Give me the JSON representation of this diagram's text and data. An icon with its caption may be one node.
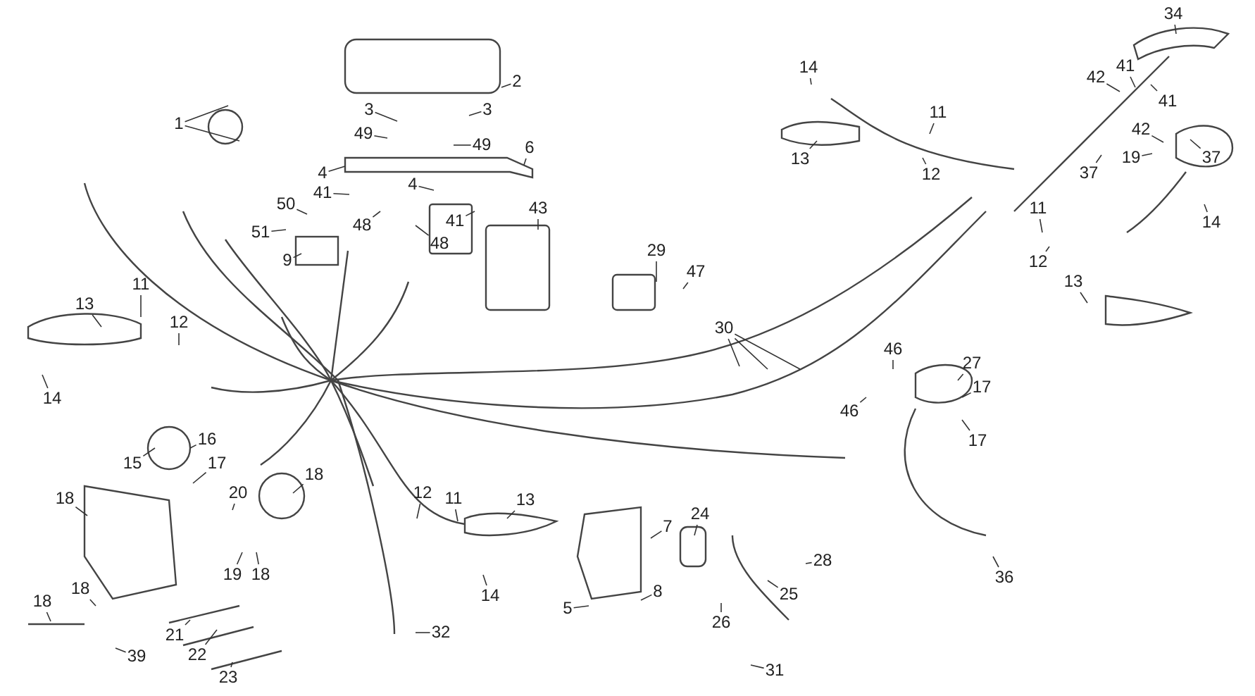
{
  "diagram": {
    "nodes": [
      {
        "text": [
          "1"
        ]
      },
      {
        "text": [
          "2"
        ]
      },
      {
        "text": [
          "3"
        ]
      },
      {
        "text": [
          "49"
        ]
      },
      {
        "text": [
          "3"
        ]
      },
      {
        "text": [
          "49"
        ]
      },
      {
        "text": [
          "6"
        ]
      },
      {
        "text": [
          "4"
        ]
      },
      {
        "text": [
          "41"
        ]
      },
      {
        "text": [
          "48"
        ]
      },
      {
        "text": [
          "50"
        ]
      },
      {
        "text": [
          "51"
        ]
      },
      {
        "text": [
          "9"
        ]
      },
      {
        "text": [
          "4"
        ]
      },
      {
        "text": [
          "41"
        ]
      },
      {
        "text": [
          "48"
        ]
      },
      {
        "text": [
          "43"
        ]
      },
      {
        "text": [
          "29"
        ]
      },
      {
        "text": [
          "47"
        ]
      },
      {
        "text": [
          "30"
        ]
      },
      {
        "text": [
          "13"
        ]
      },
      {
        "text": [
          "11"
        ]
      },
      {
        "text": [
          "12"
        ]
      },
      {
        "text": [
          "14"
        ]
      },
      {
        "text": [
          "15"
        ]
      },
      {
        "text": [
          "16"
        ]
      },
      {
        "text": [
          "17"
        ]
      },
      {
        "text": [
          "18"
        ]
      },
      {
        "text": [
          "20"
        ]
      },
      {
        "text": [
          "18"
        ]
      },
      {
        "text": [
          "19"
        ]
      },
      {
        "text": [
          "18"
        ]
      },
      {
        "text": [
          "18"
        ]
      },
      {
        "text": [
          "18"
        ]
      },
      {
        "text": [
          "39"
        ]
      },
      {
        "text": [
          "21"
        ]
      },
      {
        "text": [
          "22"
        ]
      },
      {
        "text": [
          "23"
        ]
      },
      {
        "text": [
          "12"
        ]
      },
      {
        "text": [
          "11"
        ]
      },
      {
        "text": [
          "13"
        ]
      },
      {
        "text": [
          "14"
        ]
      },
      {
        "text": [
          "32"
        ]
      },
      {
        "text": [
          "24"
        ]
      },
      {
        "text": [
          "7"
        ]
      },
      {
        "text": [
          "5"
        ]
      },
      {
        "text": [
          "8"
        ]
      },
      {
        "text": [
          "26"
        ]
      },
      {
        "text": [
          "25"
        ]
      },
      {
        "text": [
          "28"
        ]
      },
      {
        "text": [
          "31"
        ]
      },
      {
        "text": [
          "14"
        ]
      },
      {
        "text": [
          "11"
        ]
      },
      {
        "text": [
          "12"
        ]
      },
      {
        "text": [
          "13"
        ]
      },
      {
        "text": [
          "46"
        ]
      },
      {
        "text": [
          "27"
        ]
      },
      {
        "text": [
          "17"
        ]
      },
      {
        "text": [
          "46"
        ]
      },
      {
        "text": [
          "17"
        ]
      },
      {
        "text": [
          "36"
        ]
      },
      {
        "text": [
          "42"
        ]
      },
      {
        "text": [
          "41"
        ]
      },
      {
        "text": [
          "34"
        ]
      },
      {
        "text": [
          "41"
        ]
      },
      {
        "text": [
          "42"
        ]
      },
      {
        "text": [
          "37"
        ]
      },
      {
        "text": [
          "37"
        ]
      },
      {
        "text": [
          "19"
        ]
      },
      {
        "text": [
          "11"
        ]
      },
      {
        "text": [
          "12"
        ]
      },
      {
        "text": [
          "13"
        ]
      },
      {
        "text": [
          "14"
        ]
      }
    ],
    "edges": [
      {
        "from": 0,
        "to": null,
        "arrow": "none"
      },
      {
        "from": 0,
        "to": null,
        "arrow": "none"
      },
      {
        "from": 1,
        "to": null,
        "arrow": "none"
      },
      {
        "from": 2,
        "to": null,
        "arrow": "none"
      },
      {
        "from": 3,
        "to": null,
        "arrow": "none"
      },
      {
        "from": 4,
        "to": null,
        "arrow": "none"
      },
      {
        "from": 5,
        "to": null,
        "arrow": "none"
      },
      {
        "from": 6,
        "to": null,
        "arrow": "none"
      },
      {
        "from": 7,
        "to": null,
        "arrow": "none"
      },
      {
        "from": 8,
        "to": null,
        "arrow": "none"
      },
      {
        "from": 9,
        "to": null,
        "arrow": "none"
      },
      {
        "from": 10,
        "to": null,
        "arrow": "none"
      },
      {
        "from": 11,
        "to": null,
        "arrow": "none"
      },
      {
        "from": 12,
        "to": null,
        "arrow": "none"
      },
      {
        "from": 13,
        "to": null,
        "arrow": "none"
      },
      {
        "from": 14,
        "to": null,
        "arrow": "none"
      },
      {
        "from": 15,
        "to": null,
        "arrow": "none"
      },
      {
        "from": 16,
        "to": null,
        "arrow": "none"
      },
      {
        "from": 17,
        "to": null,
        "arrow": "none"
      },
      {
        "from": 18,
        "to": null,
        "arrow": "none"
      },
      {
        "from": 19,
        "to": null,
        "arrow": "none"
      },
      {
        "from": 19,
        "to": null,
        "arrow": "none"
      },
      {
        "from": 19,
        "to": null,
        "arrow": "none"
      },
      {
        "from": 20,
        "to": null,
        "arrow": "none"
      },
      {
        "from": 21,
        "to": null,
        "arrow": "none"
      },
      {
        "from": 22,
        "to": null,
        "arrow": "none"
      },
      {
        "from": 23,
        "to": null,
        "arrow": "none"
      },
      {
        "from": 24,
        "to": null,
        "arrow": "none"
      },
      {
        "from": 25,
        "to": null,
        "arrow": "none"
      },
      {
        "from": 26,
        "to": null,
        "arrow": "none"
      },
      {
        "from": 27,
        "to": null,
        "arrow": "none"
      },
      {
        "from": 28,
        "to": null,
        "arrow": "none"
      },
      {
        "from": 29,
        "to": null,
        "arrow": "none"
      },
      {
        "from": 30,
        "to": null,
        "arrow": "none"
      },
      {
        "from": 31,
        "to": null,
        "arrow": "none"
      },
      {
        "from": 32,
        "to": null,
        "arrow": "none"
      },
      {
        "from": 33,
        "to": null,
        "arrow": "none"
      },
      {
        "from": 34,
        "to": null,
        "arrow": "none"
      },
      {
        "from": 35,
        "to": null,
        "arrow": "none"
      },
      {
        "from": 36,
        "to": null,
        "arrow": "none"
      },
      {
        "from": 37,
        "to": null,
        "arrow": "none"
      },
      {
        "from": 38,
        "to": null,
        "arrow": "none"
      },
      {
        "from": 39,
        "to": null,
        "arrow": "none"
      },
      {
        "from": 40,
        "to": null,
        "arrow": "none"
      },
      {
        "from": 41,
        "to": null,
        "arrow": "none"
      },
      {
        "from": 42,
        "to": null,
        "arrow": "none"
      },
      {
        "from": 43,
        "to": null,
        "arrow": "none"
      },
      {
        "from": 44,
        "to": null,
        "arrow": "none"
      },
      {
        "from": 45,
        "to": null,
        "arrow": "none"
      },
      {
        "from": 46,
        "to": null,
        "arrow": "none"
      },
      {
        "from": 47,
        "to": null,
        "arrow": "none"
      },
      {
        "from": 48,
        "to": null,
        "arrow": "none"
      },
      {
        "from": 49,
        "to": null,
        "arrow": "none"
      },
      {
        "from": 50,
        "to": null,
        "arrow": "none"
      },
      {
        "from": 51,
        "to": null,
        "arrow": "none"
      },
      {
        "from": 52,
        "to": null,
        "arrow": "none"
      },
      {
        "from": 53,
        "to": null,
        "arrow": "none"
      },
      {
        "from": 54,
        "to": null,
        "arrow": "none"
      },
      {
        "from": 55,
        "to": null,
        "arrow": "none"
      },
      {
        "from": 56,
        "to": null,
        "arrow": "none"
      },
      {
        "from": 57,
        "to": null,
        "arrow": "none"
      },
      {
        "from": 58,
        "to": null,
        "arrow": "none"
      },
      {
        "from": 59,
        "to": null,
        "arrow": "none"
      },
      {
        "from": 60,
        "to": null,
        "arrow": "none"
      },
      {
        "from": 61,
        "to": null,
        "arrow": "none"
      },
      {
        "from": 62,
        "to": null,
        "arrow": "none"
      },
      {
        "from": 63,
        "to": null,
        "arrow": "none"
      },
      {
        "from": 64,
        "to": null,
        "arrow": "none"
      },
      {
        "from": 65,
        "to": null,
        "arrow": "none"
      },
      {
        "from": 66,
        "to": null,
        "arrow": "none"
      },
      {
        "from": 67,
        "to": null,
        "arrow": "none"
      },
      {
        "from": 68,
        "to": null,
        "arrow": "none"
      },
      {
        "from": 69,
        "to": null,
        "arrow": "none"
      },
      {
        "from": 70,
        "to": null,
        "arrow": "none"
      },
      {
        "from": 71,
        "to": null,
        "arrow": "none"
      },
      {
        "from": 72,
        "to": null,
        "arrow": "none"
      }
    ]
  }
}
